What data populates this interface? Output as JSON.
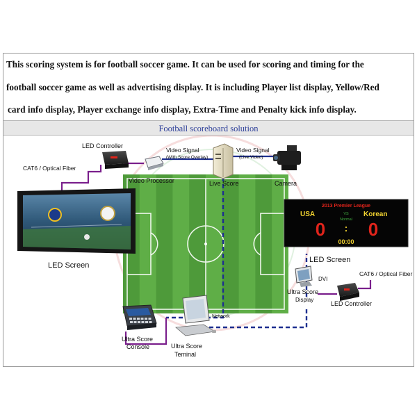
{
  "intro": {
    "line1": "This scoring system is for football soccer game. It can be used for scoring and timing for the",
    "line2": "football soccer game as well as advertising display. It is including Player list display, Yellow/Red",
    "line3": "card info display, Player exchange info display, Extra-Time and Penalty kick info display."
  },
  "section_title": "Football scoreboard solution",
  "labels": {
    "led_controller_left": "LED Controller",
    "cat6_left": "CAT6 / Optical Fiber",
    "video_signal_overlay_1": "Video Signal",
    "video_signal_overlay_2": "(With Score Overlay)",
    "video_signal_live_1": "Video Signal",
    "video_signal_live_2": "(Live Video)",
    "video_processor": "Video Processor",
    "live_score": "Live Score",
    "camera": "Camera",
    "led_screen_left": "LED Screen",
    "led_screen_right": "LED Screen",
    "dvi": "DVI",
    "cat6_right": "CAT6 / Optical Fiber",
    "led_controller_right": "LED Controller",
    "ultra_score_display_1": "Ultra Score",
    "ultra_score_display_2": "Display",
    "network": "Network",
    "ultra_score_console_1": "Ultra Score",
    "ultra_score_console_2": "Console",
    "ultra_score_terminal_1": "Ultra Score",
    "ultra_score_terminal_2": "Teminal"
  },
  "scoreboard": {
    "league": "2013 Premier League",
    "team_home": "USA",
    "team_away": "Korean",
    "vs": "VS",
    "period": "Normal",
    "score_home": "0",
    "score_away": "0",
    "colon": ":",
    "clock": "00:00"
  },
  "colors": {
    "title_blue": "#2d3f99",
    "field_green": "#4e9a3a",
    "cable_purple": "#7a1f8c",
    "network_blue": "#1d2f8f",
    "score_red": "#e0241b",
    "team_yellow": "#f3d431"
  }
}
